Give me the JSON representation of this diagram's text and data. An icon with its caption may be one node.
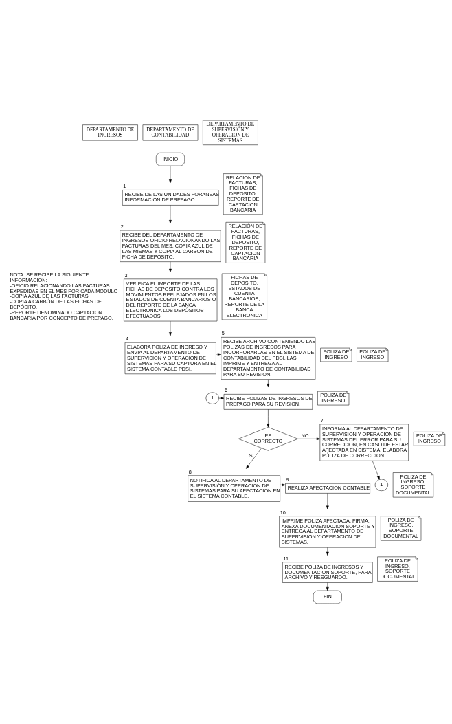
{
  "diagram": {
    "nodes": [
      {
        "text": [
          "DEPARTAMENTO DE INGRESOS"
        ]
      },
      {
        "text": [
          "DEPARTAMENTO DE CONTABILIDAD"
        ]
      },
      {
        "text": [
          "DEPARTAMENTO DE SUPERVISIÓN Y OPERACION DE SISTEMAS"
        ]
      },
      {
        "text": [
          "INICIO"
        ]
      },
      {
        "text": [
          "RELACION DE FACTURAS, FICHAS DE DEPOSITO, REPORTE DE CAPTACION BANCARIA"
        ]
      },
      {
        "text": [
          "RECIBE DE LAS UNIDADES FORANEAS INFORMACION DE PREPAGO"
        ],
        "beside": [
          "1"
        ]
      },
      {
        "text": [
          "RELACIÓN DE FACTURAS, FICHAS DE DEPOSITO, REPORTE DE CAPTACION BANCARIA"
        ]
      },
      {
        "text": [
          "RECIBE DEL DEPARTAMENTO DE INGRESOS OFICIO RELACIONANDO LAS FACTURAS DEL MES, COPIA AZUL DE LAS MISMAS Y COPIA AL CARBON DE FICHA DE DEPOSITO."
        ],
        "beside": [
          "2"
        ]
      },
      {
        "text": [
          "FICHAS DE DEPOSITO, ESTADOS DE CUENTA BANCARIOS, REPORTE DE LA BANCA ELECTRONICA"
        ]
      },
      {
        "text": [
          "VERIFICA EL IMPORTE DE LAS FICHAS DE DEPOSITO CONTRA LOS MOVIMIENTOS REFLEJADOS EN LOS ESTADOS DE CUENTA BANCARIOS O DEL REPORTE DE LA BANCA ELECTRONICA LOS DEPÓSITOS EFECTUADOS."
        ],
        "beside": [
          "3"
        ]
      },
      {
        "text": [
          "POLIZA DE INGRESO"
        ]
      },
      {
        "text": [
          "ELABORA POLIZA DE INGRESO Y ENVIA AL DEPARTAMENTO DE SUPERVISION Y OPERACION DE SISTEMAS PARA SU CAPTURA EN EL SISTEMA CONTABLE PDSI."
        ],
        "beside": [
          "4"
        ]
      },
      {
        "text": [
          "POLIZA DE INGRESO"
        ]
      },
      {
        "text": [
          "RECIBE ARCHIVO CONTENIENDO LAS POLIZAS DE INGRESOS PARA INCORPORARLAS EN EL SISTEMA DE CONTABILIDAD DEL PDSI, LAS IMPRIME Y ENTREGA AL DEPARTAMENTO DE CONTABILIDAD PARA SU REVISION."
        ],
        "beside": [
          "5"
        ]
      },
      {
        "text": [
          "1"
        ]
      },
      {
        "text": [
          "PÓLIZA DE INGRESO"
        ]
      },
      {
        "text": [
          "RECIBE POLIZAS DE INGRESOS DE PREPAGO PARA SU REVISION."
        ],
        "beside": [
          "6"
        ]
      },
      {
        "text": [
          "ES CORRECTO"
        ]
      },
      {
        "text": [
          "POLIZA DE INGRESO"
        ]
      },
      {
        "text": [
          "INFORMA AL DEPARTAMENTO DE SUPERVISION Y OPERACION DE SISTEMAS DEL ERROR PARA SU CORRECCION, EN CASO DE ESTAR AFECTADA EN SISTEMA, ELABORA PÓLIZA DE CORRECCION."
        ],
        "beside": [
          "7"
        ]
      },
      {
        "text": [
          "1"
        ]
      },
      {
        "text": [
          "POLIZA DE INGRESO, SOPORTE DOCUMENTAL"
        ]
      },
      {
        "text": [
          "NOTIFICA AL DEPARTAMENTO DE SUPERVISIÓN Y OPERACION DE SISTEMAS PARA SU AFECTACION EN EL SISTEMA CONTABLE."
        ],
        "beside": [
          "8"
        ]
      },
      {
        "text": [
          "REALIZA AFECTACION CONTABLE"
        ],
        "beside": [
          "9"
        ]
      },
      {
        "text": [
          "POLIZA DE INGRESO, SOPORTE DOCUMENTAL"
        ]
      },
      {
        "text": [
          "IMPRIME POLIZA AFECTADA, FIRMA, ANEXA DOCUMENTACION SOPORTE Y ENTREGA AL DEPARTAMENTO DE SUPERVISIÓN Y OPERACION DE SISTEMAS."
        ],
        "beside": [
          "10"
        ]
      },
      {
        "text": [
          "POLIZA DE INGRESO, SOPORTE DOCUMENTAL"
        ]
      },
      {
        "text": [
          "RECIBE POLIZA DE INGRESOS Y DOCUMENTACION SOPORTE, PARA ARCHIVO Y RESGUARDO."
        ],
        "beside": [
          "11"
        ]
      },
      {
        "text": [
          "FIN"
        ]
      }
    ],
    "edges": [
      {
        "from": 3,
        "to": 5,
        "arrow": "to"
      },
      {
        "from": 5,
        "to": 7,
        "arrow": "to"
      },
      {
        "from": 7,
        "to": 9,
        "arrow": "to"
      },
      {
        "from": 9,
        "to": 11,
        "arrow": "to"
      },
      {
        "from": 11,
        "to": 13,
        "arrow": "to"
      },
      {
        "from": 13,
        "to": 16,
        "arrow": "to"
      },
      {
        "from": 14,
        "to": 16,
        "arrow": "to"
      },
      {
        "from": 16,
        "to": 17,
        "arrow": "to"
      },
      {
        "from": 17,
        "to": 19,
        "arrow": "to",
        "label": "NO"
      },
      {
        "from": 19,
        "to": 20,
        "arrow": "to"
      },
      {
        "from": 17,
        "to": 22,
        "arrow": "to",
        "label": "SI"
      },
      {
        "from": 22,
        "to": 23,
        "arrow": "to"
      },
      {
        "from": 23,
        "to": 25,
        "arrow": "to"
      },
      {
        "from": 25,
        "to": 27,
        "arrow": "to"
      },
      {
        "from": 27,
        "to": 28,
        "arrow": "to"
      }
    ],
    "labels": [
      "NOTA: SE RECIBE LA SIGUIENTE INFORMACION:",
      "-OFICIO RELACIONANDO LAS FACTURAS EXPEDIDAS EN EL MES POR CADA MODULO",
      "-COPIA AZUL DE LAS FACTURAS",
      "-COPIA A CARBÓN DE LAS FICHAS DE DEPÓSITO.",
      "-REPORTE DENOMINADO CAPTACION BANCARIA POR CONCEPTO DE PREPAGO."
    ]
  }
}
